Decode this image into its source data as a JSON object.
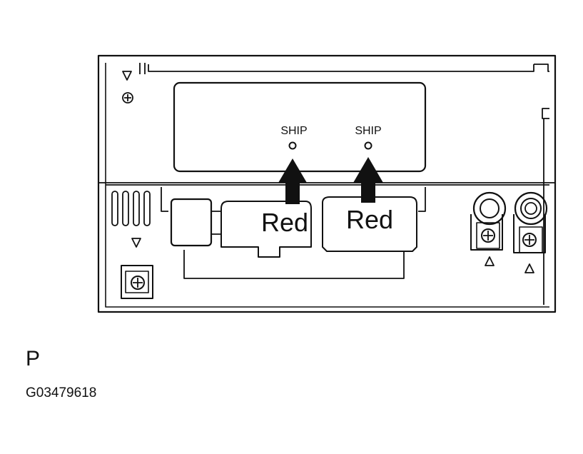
{
  "diagram": {
    "led_labels": [
      "SHIP",
      "SHIP"
    ],
    "fuse_labels": [
      "Red",
      "Red"
    ],
    "corner_letter": "P",
    "figure_id": "G03479618"
  },
  "colors": {
    "line": "#111111",
    "background": "#ffffff"
  },
  "icons": [
    "arrow-up-icon",
    "screw-icon",
    "triangle-marker-icon",
    "connector-ring-icon"
  ]
}
